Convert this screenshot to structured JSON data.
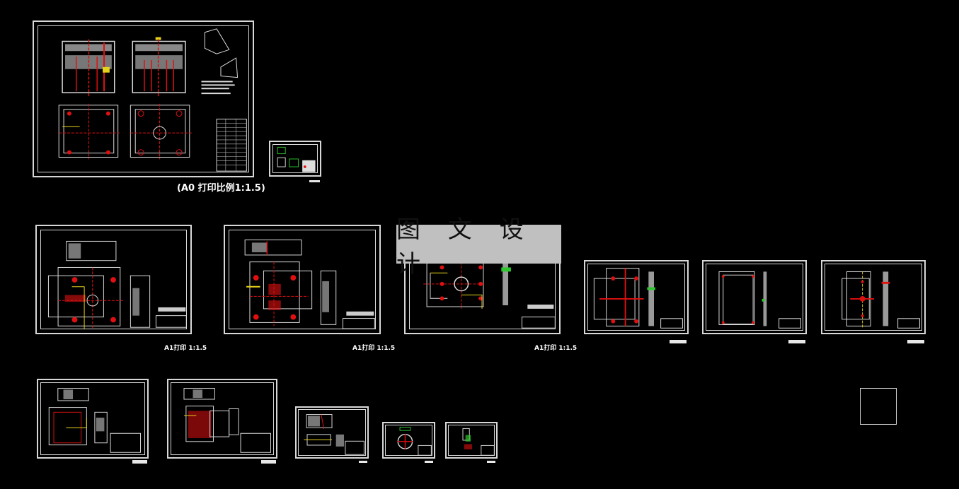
{
  "app": {
    "type": "CAD drawing viewer",
    "background": "#000000"
  },
  "watermark": {
    "text": "图 文 设 计",
    "bg": "#c0c0c0"
  },
  "colors": {
    "line": "#dcdcdc",
    "center": "#e01010",
    "accent_yellow": "#e6d21a",
    "accent_green": "#2ec82e"
  },
  "sheets": [
    {
      "id": "assembly",
      "caption": "(A0 打印比例1:1.5)"
    },
    {
      "id": "small-1"
    },
    {
      "id": "part-1",
      "caption": "A1打印 1:1.5"
    },
    {
      "id": "part-2",
      "caption": "A1打印 1:1.5"
    },
    {
      "id": "part-3",
      "caption": "A1打印 1:1.5"
    },
    {
      "id": "part-4"
    },
    {
      "id": "part-5"
    },
    {
      "id": "part-6"
    },
    {
      "id": "part-7"
    },
    {
      "id": "part-8"
    },
    {
      "id": "part-9"
    },
    {
      "id": "part-10"
    },
    {
      "id": "part-11"
    },
    {
      "id": "empty-square"
    }
  ]
}
